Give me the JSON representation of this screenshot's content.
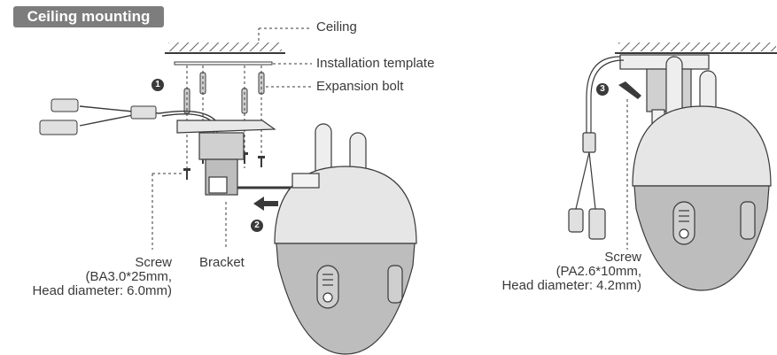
{
  "title": "Ceiling mounting",
  "labels": {
    "ceiling": "Ceiling",
    "template": "Installation template",
    "bolt": "Expansion bolt",
    "bracket": "Bracket",
    "screw_left": [
      "Screw",
      "(BA3.0*25mm,",
      "Head diameter: 6.0mm)"
    ],
    "screw_right": [
      "Screw",
      "(PA2.6*10mm,",
      "Head diameter: 4.2mm)"
    ]
  },
  "steps": [
    "1",
    "2",
    "3"
  ],
  "colors": {
    "line": "#3a3a3a",
    "badge": "#7d7d7d",
    "camera_body": "#e6e6e6",
    "camera_dark": "#bdbdbd"
  }
}
